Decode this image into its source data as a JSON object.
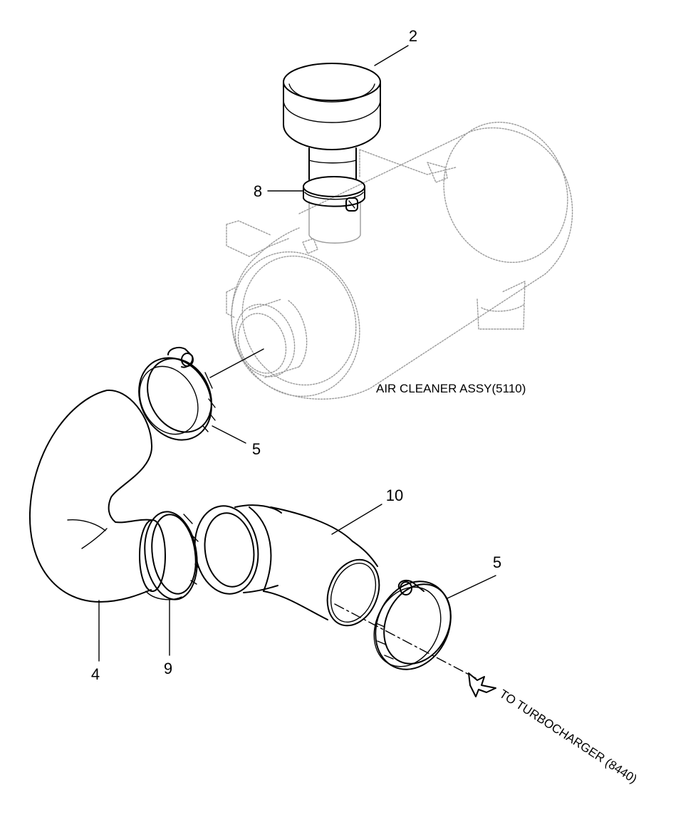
{
  "callouts": {
    "item_2": "2",
    "item_8": "8",
    "item_5_top": "5",
    "item_10": "10",
    "item_5_bottom": "5",
    "item_4": "4",
    "item_9": "9"
  },
  "captions": {
    "air_cleaner": "AIR CLEANER ASSY(5110)",
    "to_turbo": "TO TURBOCHARGER (8440)"
  }
}
